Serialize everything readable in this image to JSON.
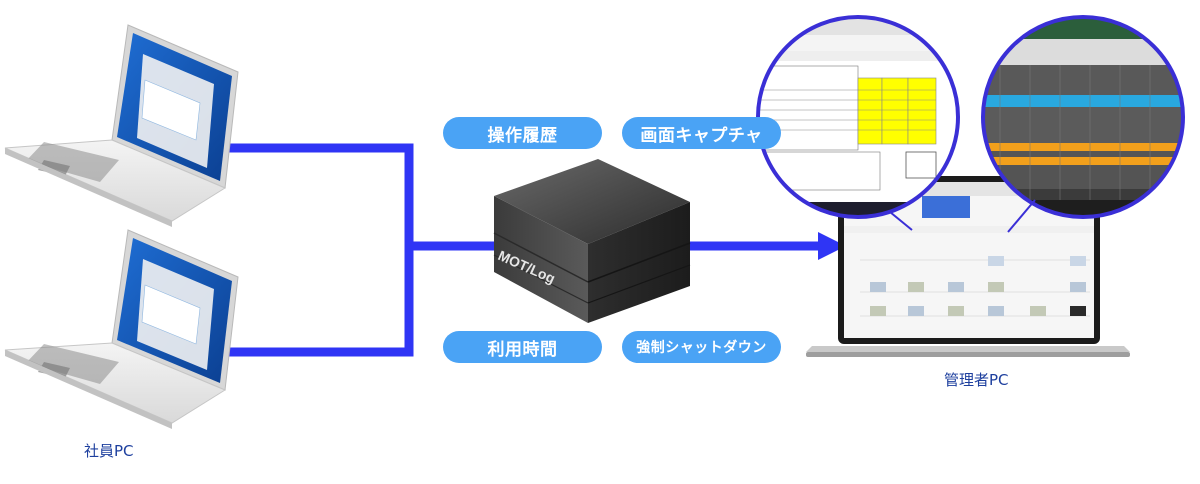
{
  "labels": {
    "employee_pc": "社員PC",
    "admin_pc": "管理者PC",
    "box_logo": "MOT/Log"
  },
  "features": {
    "operation_history": "操作履歴",
    "screen_capture": "画面キャプチャ",
    "usage_time": "利用時間",
    "forced_shutdown": "強制シャットダウン"
  },
  "colors": {
    "connector": "#2f35f5",
    "pill": "#4aa3f5",
    "caption": "#1d3f9e",
    "zoom_ring": "#3a2fd6",
    "box": "#3c3c3c",
    "logo_accent": "#f2a01c"
  }
}
